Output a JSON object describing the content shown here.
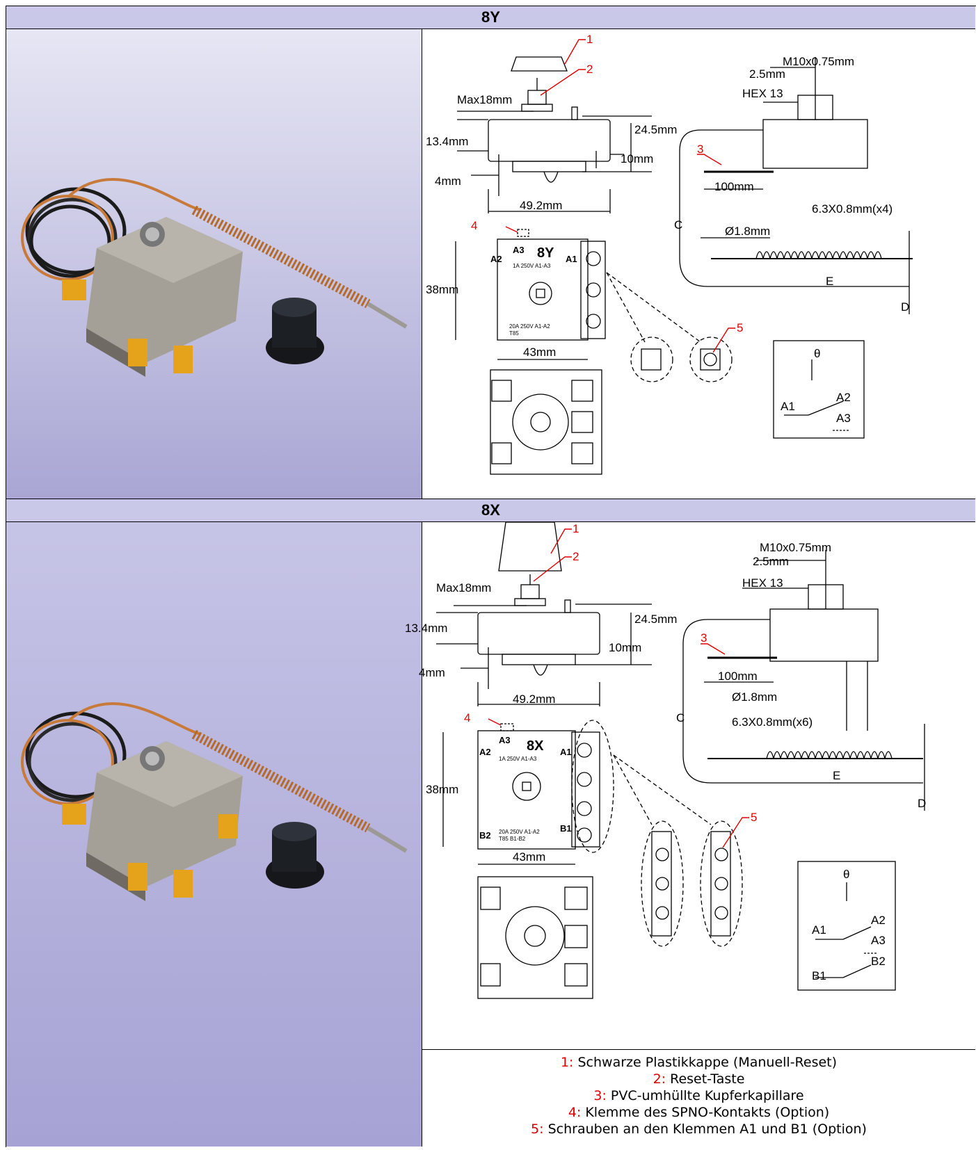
{
  "sections": [
    {
      "title": "8Y",
      "labels": {
        "max_height": "Max18mm",
        "height_13_4": "13.4mm",
        "height_4": "4mm",
        "width_49_2": "49.2mm",
        "height_24_5": "24.5mm",
        "height_10": "10mm",
        "height_38": "38mm",
        "width_43": "43mm",
        "thread": "M10x0.75mm",
        "shaft": "2.5mm",
        "hex": "HEX 13",
        "capillary_len": "100mm",
        "terminals": "6.3X0.8mm(x4)",
        "diameter": "Ø1.8mm",
        "dim_c": "C",
        "dim_e": "E",
        "dim_d": "D",
        "model_mark": "8Y",
        "rating1": "1A 250V  A1-A3",
        "rating2": "20A 250V  A1-A2",
        "rating3": "T85",
        "t_a1": "A1",
        "t_a2": "A2",
        "t_a3": "A3",
        "theta": "θ",
        "c1": "1",
        "c2": "2",
        "c3": "3",
        "c4": "4",
        "c5": "5",
        "sch_a1": "A1",
        "sch_a2": "A2",
        "sch_a3": "A3"
      }
    },
    {
      "title": "8X",
      "labels": {
        "max_height": "Max18mm",
        "height_13_4": "13.4mm",
        "height_4": "4mm",
        "width_49_2": "49.2mm",
        "height_24_5": "24.5mm",
        "height_10": "10mm",
        "height_38": "38mm",
        "width_43": "43mm",
        "thread": "M10x0.75mm",
        "shaft": "2.5mm",
        "hex": "HEX 13",
        "capillary_len": "100mm",
        "terminals": "6.3X0.8mm(x6)",
        "diameter": "Ø1.8mm",
        "dim_c": "C",
        "dim_e": "E",
        "dim_d": "D",
        "model_mark": "8X",
        "rating1": "1A 250V  A1-A3",
        "rating2": "20A 250V  A1-A2",
        "rating3": "T85        B1-B2",
        "t_a1": "A1",
        "t_a2": "A2",
        "t_a3": "A3",
        "t_b1": "B1",
        "t_b2": "B2",
        "theta": "θ",
        "c1": "1",
        "c2": "2",
        "c3": "3",
        "c4": "4",
        "c5": "5",
        "sch_a1": "A1",
        "sch_a2": "A2",
        "sch_a3": "A3",
        "sch_b1": "B1",
        "sch_b2": "B2"
      }
    }
  ],
  "legend": [
    {
      "num": "1:",
      "text": " Schwarze Plastikkappe (Manuell-Reset)"
    },
    {
      "num": "2:",
      "text": " Reset-Taste"
    },
    {
      "num": "3:",
      "text": " PVC-umhüllte Kupferkapillare"
    },
    {
      "num": "4:",
      "text": " Klemme des SPNO-Kontakts (Option)"
    },
    {
      "num": "5:",
      "text": " Schrauben an den Klemmen A1 und B1 (Option)"
    }
  ],
  "colors": {
    "header_bg": "#c9c8e8",
    "callout": "#e00000",
    "body": "#a4a098",
    "cap": "#1c1f24",
    "copper": "#c87a3a"
  }
}
